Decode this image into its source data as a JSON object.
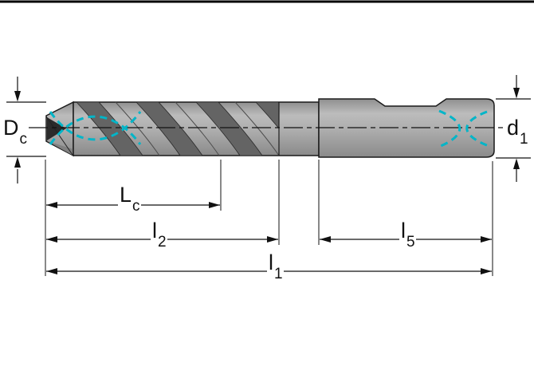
{
  "diagram": {
    "labels": {
      "dc": {
        "main": "D",
        "sub": "c"
      },
      "d1": {
        "main": "d",
        "sub": "1"
      },
      "lc": {
        "main": "L",
        "sub": "c"
      },
      "l2": {
        "main": "l",
        "sub": "2"
      },
      "l5": {
        "main": "l",
        "sub": "5"
      },
      "l1": {
        "main": "l",
        "sub": "1"
      }
    },
    "colors": {
      "highlight_cyan": "#00b5c8",
      "body_gray": "#a9a9a9",
      "flute_dark": "#646464",
      "outline_black": "#1a1a1a"
    }
  }
}
